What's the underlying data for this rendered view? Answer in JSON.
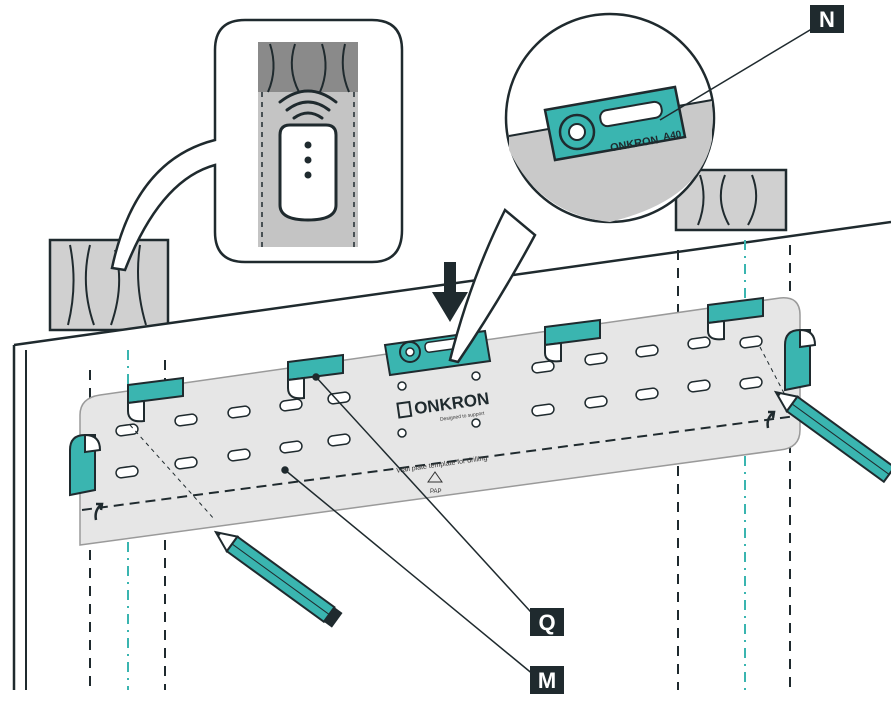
{
  "labels": {
    "n": "N",
    "q": "Q",
    "m": "M"
  },
  "template": {
    "brand": "ONKRON",
    "brand_tagline": "Designed to support",
    "caption": "Wall plate template for drilling",
    "recycle_code": "PAP"
  },
  "level_tool": {
    "brand": "ONKRON",
    "model": "A40"
  },
  "colors": {
    "accent": "#3ab5b0",
    "outline": "#1f2a2e",
    "template_fill": "#e6e6e6",
    "wood": "#c9c9c9"
  }
}
